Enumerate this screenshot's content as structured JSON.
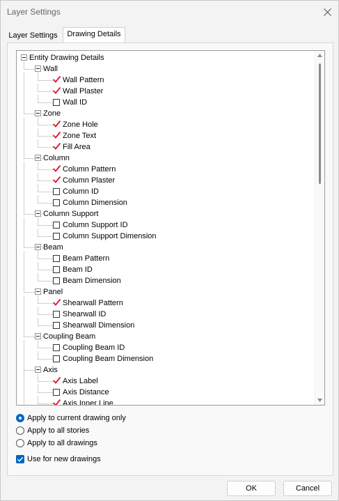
{
  "window": {
    "title": "Layer Settings"
  },
  "tabs": [
    {
      "label": "Layer Settings",
      "active": false
    },
    {
      "label": "Drawing Details",
      "active": true
    }
  ],
  "tree": {
    "root": "Entity Drawing Details",
    "groups": [
      {
        "label": "Wall",
        "items": [
          {
            "label": "Wall Pattern",
            "checked": true
          },
          {
            "label": "Wall Plaster",
            "checked": true
          },
          {
            "label": "Wall ID",
            "checked": false
          }
        ]
      },
      {
        "label": "Zone",
        "items": [
          {
            "label": "Zone Hole",
            "checked": true
          },
          {
            "label": "Zone Text",
            "checked": true
          },
          {
            "label": "Fill Area",
            "checked": true
          }
        ]
      },
      {
        "label": "Column",
        "items": [
          {
            "label": "Column Pattern",
            "checked": true
          },
          {
            "label": "Column Plaster",
            "checked": true
          },
          {
            "label": "Column ID",
            "checked": false
          },
          {
            "label": "Column Dimension",
            "checked": false
          }
        ]
      },
      {
        "label": "Column Support",
        "items": [
          {
            "label": "Column Support ID",
            "checked": false
          },
          {
            "label": "Column Support Dimension",
            "checked": false
          }
        ]
      },
      {
        "label": "Beam",
        "items": [
          {
            "label": "Beam Pattern",
            "checked": false
          },
          {
            "label": "Beam ID",
            "checked": false
          },
          {
            "label": "Beam Dimension",
            "checked": false
          }
        ]
      },
      {
        "label": "Panel",
        "items": [
          {
            "label": "Shearwall Pattern",
            "checked": true
          },
          {
            "label": "Shearwall ID",
            "checked": false
          },
          {
            "label": "Shearwall Dimension",
            "checked": false
          }
        ]
      },
      {
        "label": "Coupling Beam",
        "items": [
          {
            "label": "Coupling Beam ID",
            "checked": false
          },
          {
            "label": "Coupling Beam Dimension",
            "checked": false
          }
        ]
      },
      {
        "label": "Axis",
        "items": [
          {
            "label": "Axis Label",
            "checked": true
          },
          {
            "label": "Axis Distance",
            "checked": false
          },
          {
            "label": "Axis Inner Line",
            "checked": true
          }
        ]
      }
    ]
  },
  "scope": {
    "options": [
      {
        "label": "Apply to current drawing only",
        "selected": true
      },
      {
        "label": "Apply to all stories",
        "selected": false
      },
      {
        "label": "Apply to all drawings",
        "selected": false
      }
    ],
    "use_for_new": {
      "label": "Use for new drawings",
      "checked": true
    }
  },
  "buttons": {
    "ok": "OK",
    "cancel": "Cancel"
  },
  "colors": {
    "check_mark": "#e0102a",
    "accent": "#0067c0"
  }
}
